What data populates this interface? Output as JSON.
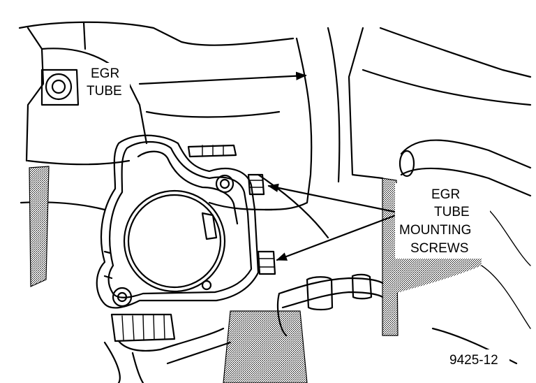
{
  "callouts": {
    "egr_tube_line1": "EGR",
    "egr_tube_line2": "TUBE",
    "screws_line1": "EGR",
    "screws_line2": "TUBE",
    "screws_line3": "MOUNTING",
    "screws_line4": "SCREWS"
  },
  "figure_id": "9425-12"
}
